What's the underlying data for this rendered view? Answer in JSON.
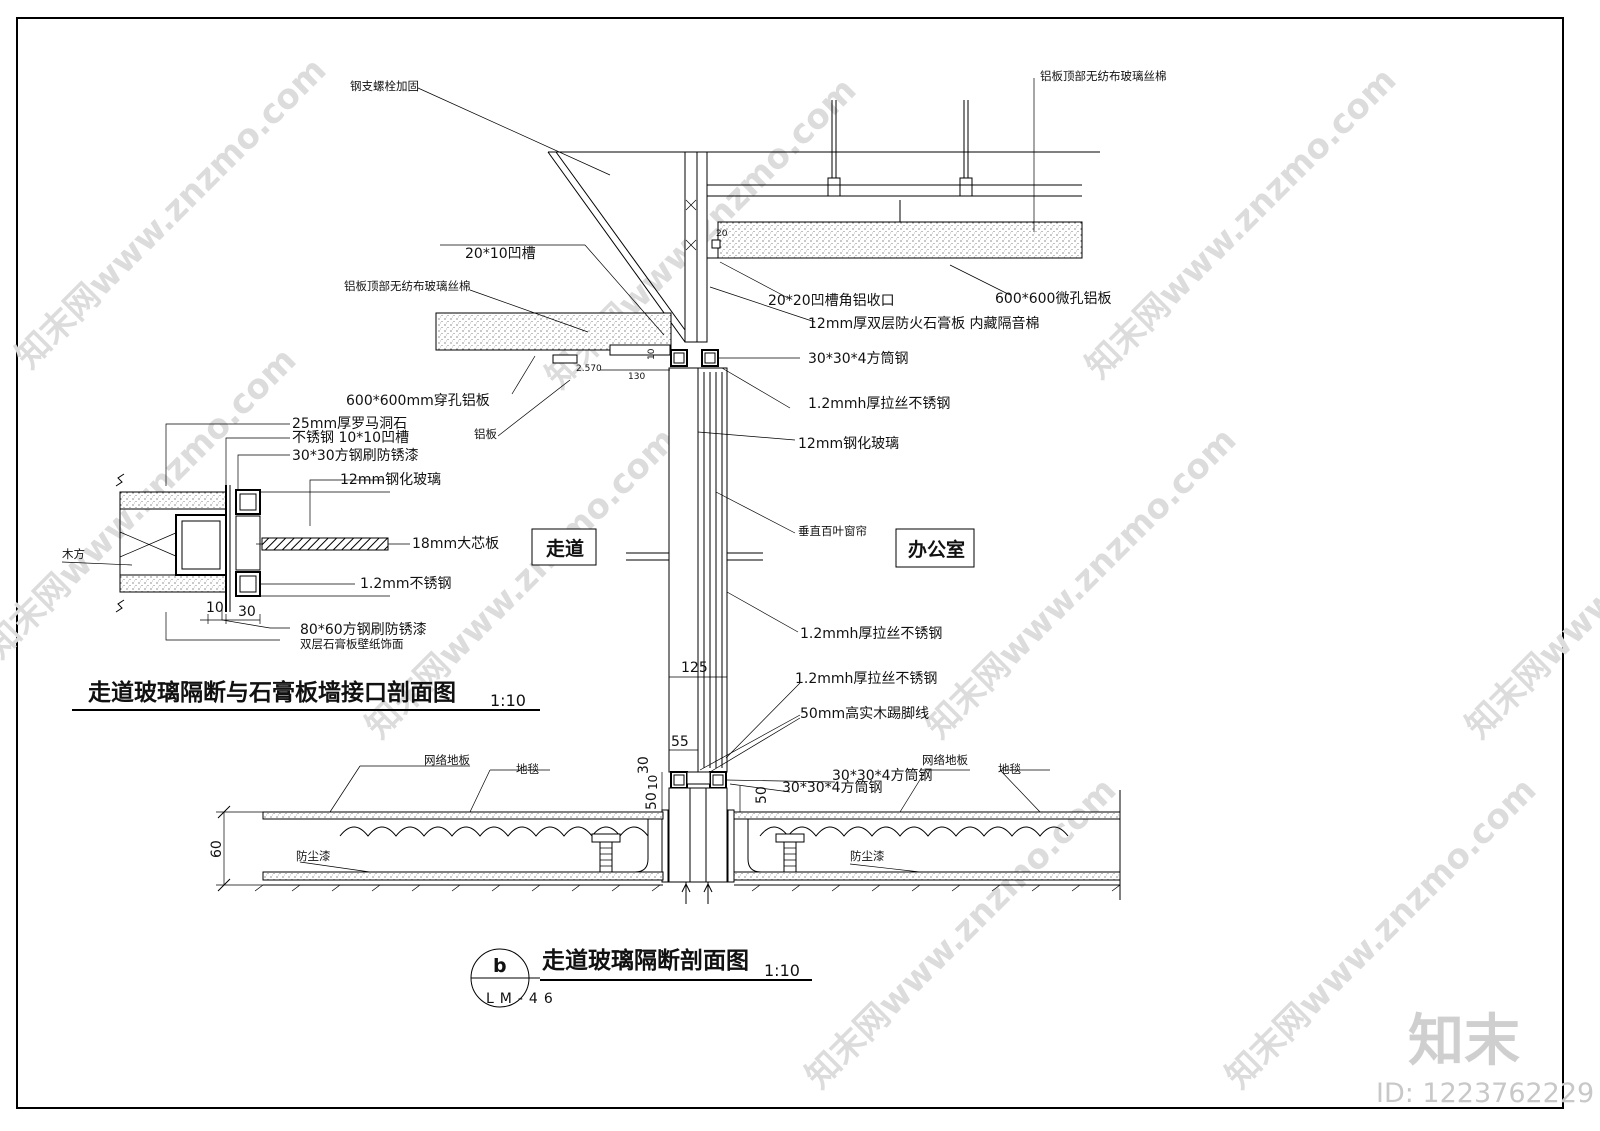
{
  "labels": {
    "steel_bolt": "钢支螺栓加固",
    "alu_top_right": "铝板顶部无纺布玻璃丝棉",
    "groove_20x10": "20*10凹槽",
    "alu_top_left": "铝板顶部无纺布玻璃丝棉",
    "groove_20x20": "20*20凹槽角铝收口",
    "alu_600_micro": "600*600微孔铝板",
    "gypsum_12mm": "12mm厚双层防火石膏板 内藏隔音棉",
    "square_tube_top": "30*30*4方筒钢",
    "alu_600_perforated": "600*600mm穿孔铝板",
    "ss_brushed_1": "1.2mmh厚拉丝不锈钢",
    "alu_plate": "铝板",
    "tempered_glass_main": "12mm钢化玻璃",
    "blinds": "垂直百叶窗帘",
    "ss_brushed_2": "1.2mmh厚拉丝不锈钢",
    "ss_brushed_3": "1.2mmh厚拉丝不锈钢",
    "skirting": "50mm高实木踢脚线",
    "square_tube_b1": "30*30*4方筒钢",
    "square_tube_b2": "30*30*4方筒钢",
    "net_floor_l": "网络地板",
    "carpet_l": "地毯",
    "net_floor_r": "网络地板",
    "carpet_r": "地毯",
    "dust_l": "防尘漆",
    "dust_r": "防尘漆"
  },
  "detail": {
    "marble": "25mm厚罗马洞石",
    "ss_groove": "不锈钢 10*10凹槽",
    "steel_paint": "30*30方钢刷防锈漆",
    "glass": "12mm钢化玻璃",
    "blockboard": "18mm大芯板",
    "timber": "木方",
    "ss": "1.2mm不锈钢",
    "steel_80x60": "80*60方钢刷防锈漆",
    "gypsum_wallpaper": "双层石膏板壁纸饰面"
  },
  "dims": {
    "d2570": "2.570",
    "d130": "130",
    "d10a": "10",
    "d20": "20",
    "d10": "10",
    "d30": "30",
    "d125": "125",
    "d55": "55",
    "d50a": "50",
    "d10b": "10",
    "d30b": "30",
    "d50b": "50",
    "d60": "60"
  },
  "rooms": {
    "corridor": "走道",
    "office": "办公室"
  },
  "titles": {
    "detail_title": "走道玻璃隔断与石膏板墙接口剖面图",
    "detail_scale": "1:10",
    "main_title": "走道玻璃隔断剖面图",
    "main_scale": "1:10",
    "callout_letter": "b",
    "callout_sheet": "LM-46"
  },
  "watermark": {
    "text": "知末网www.znzmo.com",
    "logo": "知末",
    "id": "ID: 1223762229"
  }
}
